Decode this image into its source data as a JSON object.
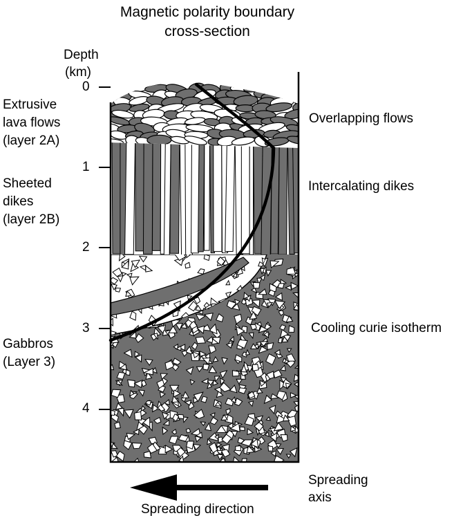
{
  "title_line1": "Magnetic polarity boundary",
  "title_line2": "cross-section",
  "depth_axis": {
    "label_line1": "Depth",
    "label_line2": "(km)",
    "ticks": [
      "0",
      "1",
      "2",
      "3",
      "4"
    ]
  },
  "layers": [
    {
      "id": "extrusive",
      "lines": [
        "Extrusive",
        "lava flows",
        "(layer 2A)"
      ]
    },
    {
      "id": "sheeted",
      "lines": [
        "Sheeted",
        "dikes",
        "(layer 2B)"
      ]
    },
    {
      "id": "gabbros",
      "lines": [
        "Gabbros",
        "(Layer 3)"
      ]
    }
  ],
  "annotations": {
    "overlapping": "Overlapping flows",
    "intercalating": "Intercalating dikes",
    "curie": "Cooling curie isotherm",
    "axis_line1": "Spreading",
    "axis_line2": "axis",
    "direction": "Spreading direction"
  },
  "colors": {
    "normal_polarity": "#6f6f6f",
    "reversed_polarity": "#ffffff",
    "outline": "#000000"
  },
  "arrow_direction": "left"
}
